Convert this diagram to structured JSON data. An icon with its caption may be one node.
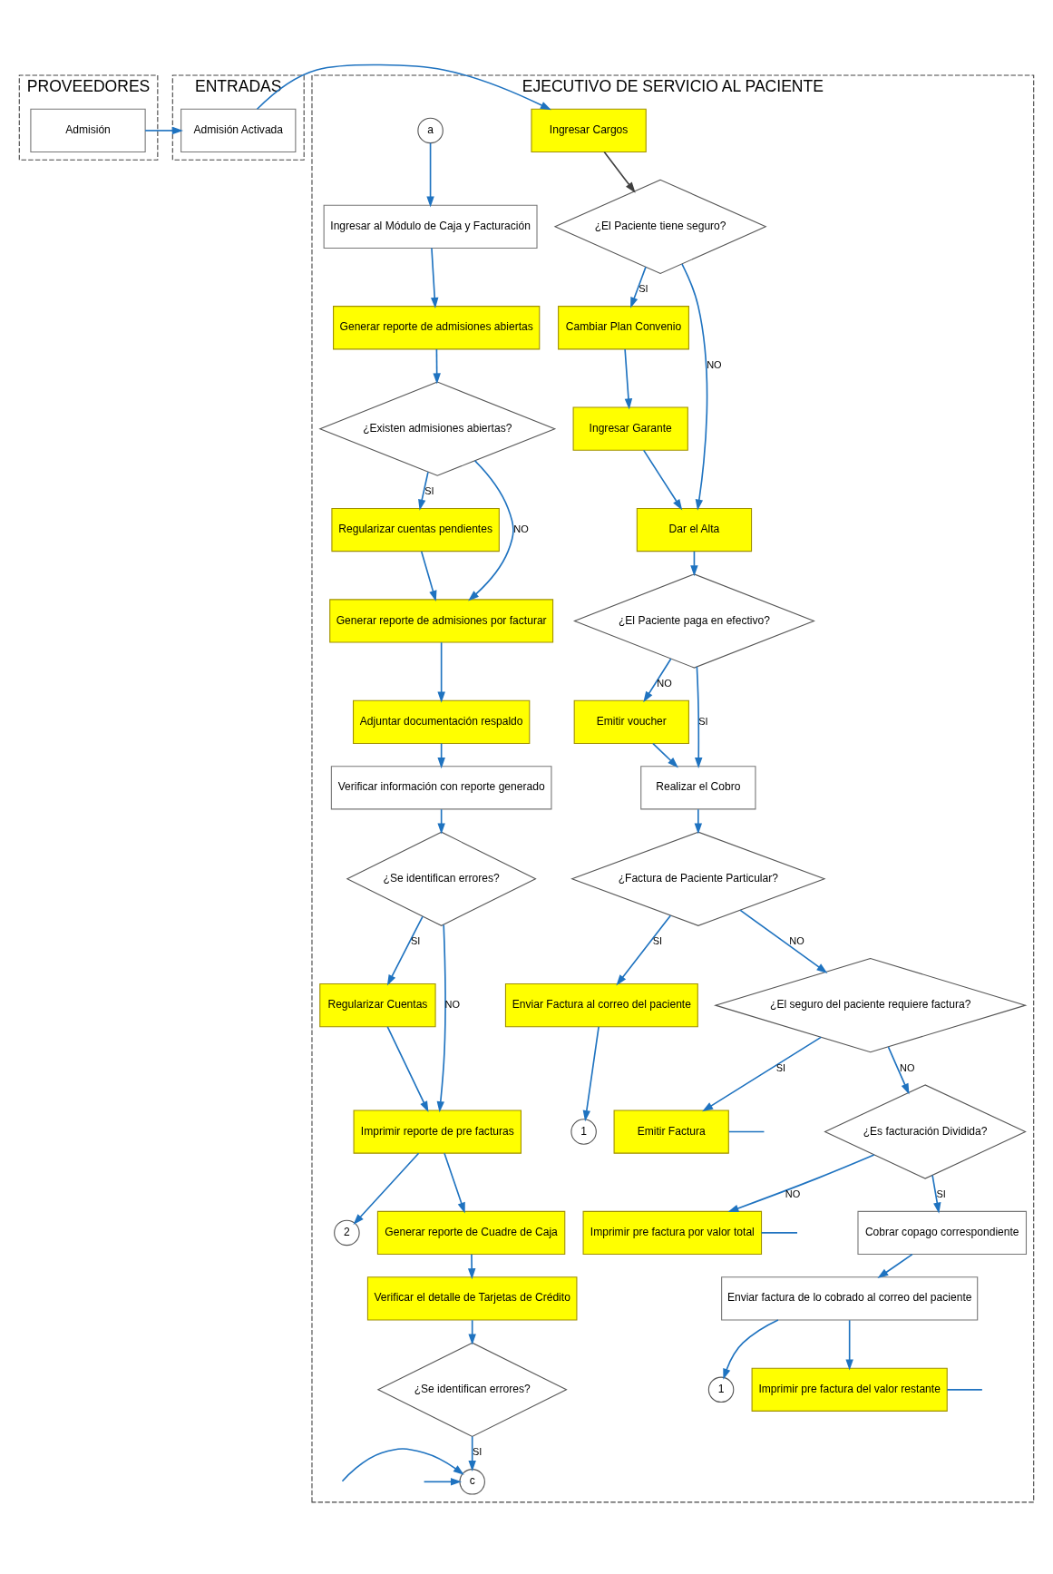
{
  "diagram": {
    "nodes": [
      {
        "text": [
          "PROVEEDORES"
        ]
      },
      {
        "text": [
          "ENTRADAS"
        ]
      },
      {
        "text": [
          "EJECUTIVO DE SERVICIO AL PACIENTE"
        ]
      },
      {
        "text": [
          "Admisión"
        ],
        "in": 0
      },
      {
        "text": [
          "Admisión Activada"
        ],
        "in": 1
      },
      {
        "text": [
          "Ingresar Cargos"
        ],
        "in": 2
      },
      {
        "text": [
          "¿El Paciente tiene seguro?"
        ],
        "in": 2
      },
      {
        "text": [
          "Cambiar Plan Convenio"
        ],
        "in": 2
      },
      {
        "text": [
          "Ingresar Garante"
        ],
        "in": 2
      },
      {
        "text": [
          "Dar el Alta"
        ],
        "in": 2
      },
      {
        "text": [
          "¿El Paciente paga en efectivo?"
        ],
        "in": 2
      },
      {
        "text": [
          "Emitir voucher"
        ],
        "in": 2
      },
      {
        "text": [
          "Realizar el Cobro"
        ],
        "in": 2
      },
      {
        "text": [
          "¿Factura de Paciente Particular?"
        ],
        "in": 2
      },
      {
        "text": [
          "Enviar Factura al correo del paciente"
        ],
        "in": 2
      },
      {
        "text": [
          "1"
        ],
        "in": 2
      },
      {
        "text": [
          "¿El seguro del paciente requiere factura?"
        ],
        "in": 2
      },
      {
        "text": [
          "Emitir Factura"
        ],
        "in": 2
      },
      {
        "text": [
          "¿Es facturación Dividida?"
        ],
        "in": 2
      },
      {
        "text": [
          "Imprimir pre factura por valor total"
        ],
        "in": 2
      },
      {
        "text": [
          "Cobrar copago correspondiente"
        ],
        "in": 2
      },
      {
        "text": [
          "Enviar factura de lo cobrado al correo del paciente"
        ],
        "in": 2
      },
      {
        "text": [
          "1"
        ],
        "in": 2
      },
      {
        "text": [
          "Imprimir pre factura del valor restante"
        ],
        "in": 2
      },
      {
        "text": [
          "a"
        ],
        "in": 2
      },
      {
        "text": [
          "Ingresar al Módulo de Caja y Facturación"
        ],
        "in": 2
      },
      {
        "text": [
          "Generar reporte de admisiones abiertas"
        ],
        "in": 2
      },
      {
        "text": [
          "¿Existen admisiones abiertas?"
        ],
        "in": 2
      },
      {
        "text": [
          "Regularizar cuentas pendientes"
        ],
        "in": 2
      },
      {
        "text": [
          "Generar reporte de admisiones por facturar"
        ],
        "in": 2
      },
      {
        "text": [
          "Adjuntar documentación respaldo"
        ],
        "in": 2
      },
      {
        "text": [
          "Verificar información con reporte generado"
        ],
        "in": 2
      },
      {
        "text": [
          "¿Se identifican errores?"
        ],
        "in": 2
      },
      {
        "text": [
          "Regularizar Cuentas"
        ],
        "in": 2
      },
      {
        "text": [
          "Imprimir reporte de pre facturas"
        ],
        "in": 2
      },
      {
        "text": [
          "2"
        ],
        "in": 2
      },
      {
        "text": [
          "Generar reporte de Cuadre de Caja"
        ],
        "in": 2
      },
      {
        "text": [
          "Verificar el detalle de Tarjetas de Crédito"
        ],
        "in": 2
      },
      {
        "text": [
          "¿Se identifican errores?"
        ],
        "in": 2
      },
      {
        "text": [
          "c"
        ],
        "in": 2
      }
    ],
    "edges": [
      {
        "from": 3,
        "to": 4,
        "arrow": "to"
      },
      {
        "from": 4,
        "to": 5,
        "arrow": "to"
      },
      {
        "from": 5,
        "to": 6,
        "arrow": "to",
        "color": "#404040"
      },
      {
        "from": 6,
        "to": 7,
        "arrow": "to",
        "label": "SI"
      },
      {
        "from": 6,
        "to": 9,
        "arrow": "to",
        "label": "NO"
      },
      {
        "from": 7,
        "to": 8,
        "arrow": "to"
      },
      {
        "from": 8,
        "to": 9,
        "arrow": "to"
      },
      {
        "from": 9,
        "to": 10,
        "arrow": "to"
      },
      {
        "from": 10,
        "to": 12,
        "arrow": "to",
        "label": "SI"
      },
      {
        "from": 10,
        "to": 11,
        "arrow": "to",
        "label": "NO"
      },
      {
        "from": 11,
        "to": 12,
        "arrow": "to"
      },
      {
        "from": 12,
        "to": 13,
        "arrow": "to"
      },
      {
        "from": 13,
        "to": 14,
        "arrow": "to",
        "label": "SI"
      },
      {
        "from": 13,
        "to": 16,
        "arrow": "to",
        "label": "NO"
      },
      {
        "from": 14,
        "to": 15,
        "arrow": "to"
      },
      {
        "from": 16,
        "to": 17,
        "arrow": "to",
        "label": "SI"
      },
      {
        "from": 16,
        "to": 18,
        "arrow": "to",
        "label": "NO"
      },
      {
        "from": 18,
        "to": 20,
        "arrow": "to",
        "label": "SI"
      },
      {
        "from": 18,
        "to": 19,
        "arrow": "to",
        "label": "NO"
      },
      {
        "from": 20,
        "to": 21,
        "arrow": "to"
      },
      {
        "from": 21,
        "to": 22,
        "arrow": "to"
      },
      {
        "from": 21,
        "to": 23,
        "arrow": "to"
      },
      {
        "from": 19,
        "to": null,
        "arrow": "none"
      },
      {
        "from": 17,
        "to": null,
        "arrow": "none"
      },
      {
        "from": 23,
        "to": null,
        "arrow": "none"
      },
      {
        "from": 24,
        "to": 25,
        "arrow": "to"
      },
      {
        "from": 25,
        "to": 26,
        "arrow": "to"
      },
      {
        "from": 26,
        "to": 27,
        "arrow": "to"
      },
      {
        "from": 27,
        "to": 28,
        "arrow": "to",
        "label": "SI"
      },
      {
        "from": 27,
        "to": 29,
        "arrow": "to",
        "label": "NO"
      },
      {
        "from": 28,
        "to": 29,
        "arrow": "to"
      },
      {
        "from": 29,
        "to": 30,
        "arrow": "to"
      },
      {
        "from": 30,
        "to": 31,
        "arrow": "to"
      },
      {
        "from": 31,
        "to": 32,
        "arrow": "to"
      },
      {
        "from": 32,
        "to": 34,
        "arrow": "to",
        "label": "NO"
      },
      {
        "from": 32,
        "to": 33,
        "arrow": "to",
        "label": "SI"
      },
      {
        "from": 33,
        "to": 34,
        "arrow": "to"
      },
      {
        "from": 34,
        "to": 35,
        "arrow": "to"
      },
      {
        "from": 34,
        "to": 36,
        "arrow": "to"
      },
      {
        "from": 36,
        "to": 37,
        "arrow": "to"
      },
      {
        "from": 37,
        "to": 38,
        "arrow": "to"
      },
      {
        "from": 38,
        "to": 39,
        "arrow": "to",
        "label": "SI"
      },
      {
        "from": null,
        "to": 39,
        "arrow": "to"
      },
      {
        "from": null,
        "to": 39,
        "arrow": "to"
      }
    ]
  }
}
